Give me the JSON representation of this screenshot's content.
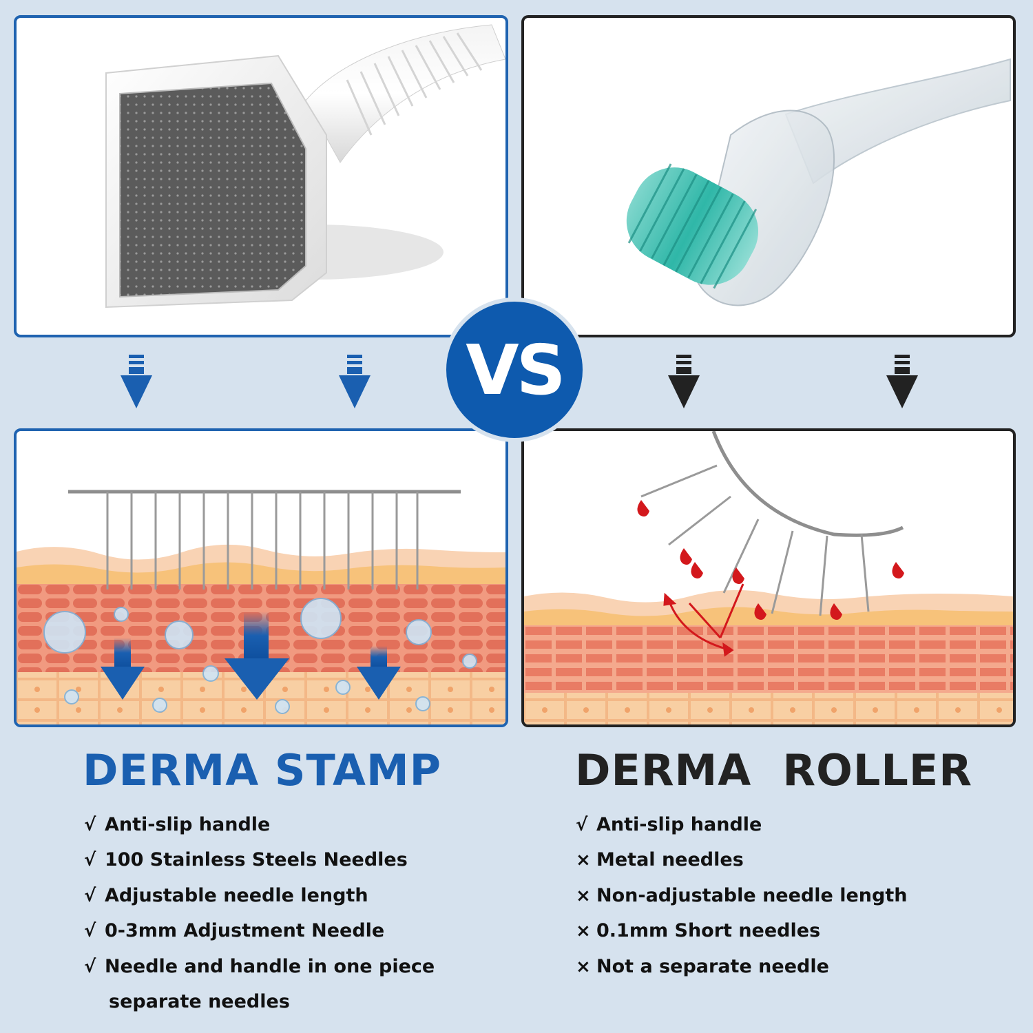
{
  "vs_label": "VS",
  "colors": {
    "background": "#d6e2ee",
    "stamp_accent": "#1f63b0",
    "roller_accent": "#222222",
    "skin_top": "#f6c9a4",
    "skin_mid": "#e88a72",
    "skin_base": "#f7c99c"
  },
  "stamp": {
    "title": "DERMA STAMP",
    "features": [
      {
        "mark": "√",
        "text": "Anti-slip handle"
      },
      {
        "mark": "√",
        "text": "100 Stainless Steels Needles"
      },
      {
        "mark": "√",
        "text": "Adjustable needle length"
      },
      {
        "mark": "√",
        "text": "0-3mm Adjustment Needle"
      },
      {
        "mark": "√",
        "text": "Needle and handle in one piece"
      }
    ],
    "feature_continuation": "separate needles"
  },
  "roller": {
    "title": "DERMA  ROLLER",
    "features": [
      {
        "mark": "√",
        "text": "Anti-slip handle"
      },
      {
        "mark": "×",
        "text": "Metal needles"
      },
      {
        "mark": "×",
        "text": "Non-adjustable needle length"
      },
      {
        "mark": "×",
        "text": "0.1mm Short needles"
      },
      {
        "mark": "×",
        "text": "Not a separate needle"
      }
    ]
  },
  "icons": {
    "stamp_photo": "derma-stamp-device-image",
    "roller_photo": "derma-roller-device-image",
    "stamp_skin": "stamp-skin-penetration-illustration",
    "roller_skin": "roller-skin-penetration-illustration",
    "down_arrow": "down-arrow-icon"
  }
}
